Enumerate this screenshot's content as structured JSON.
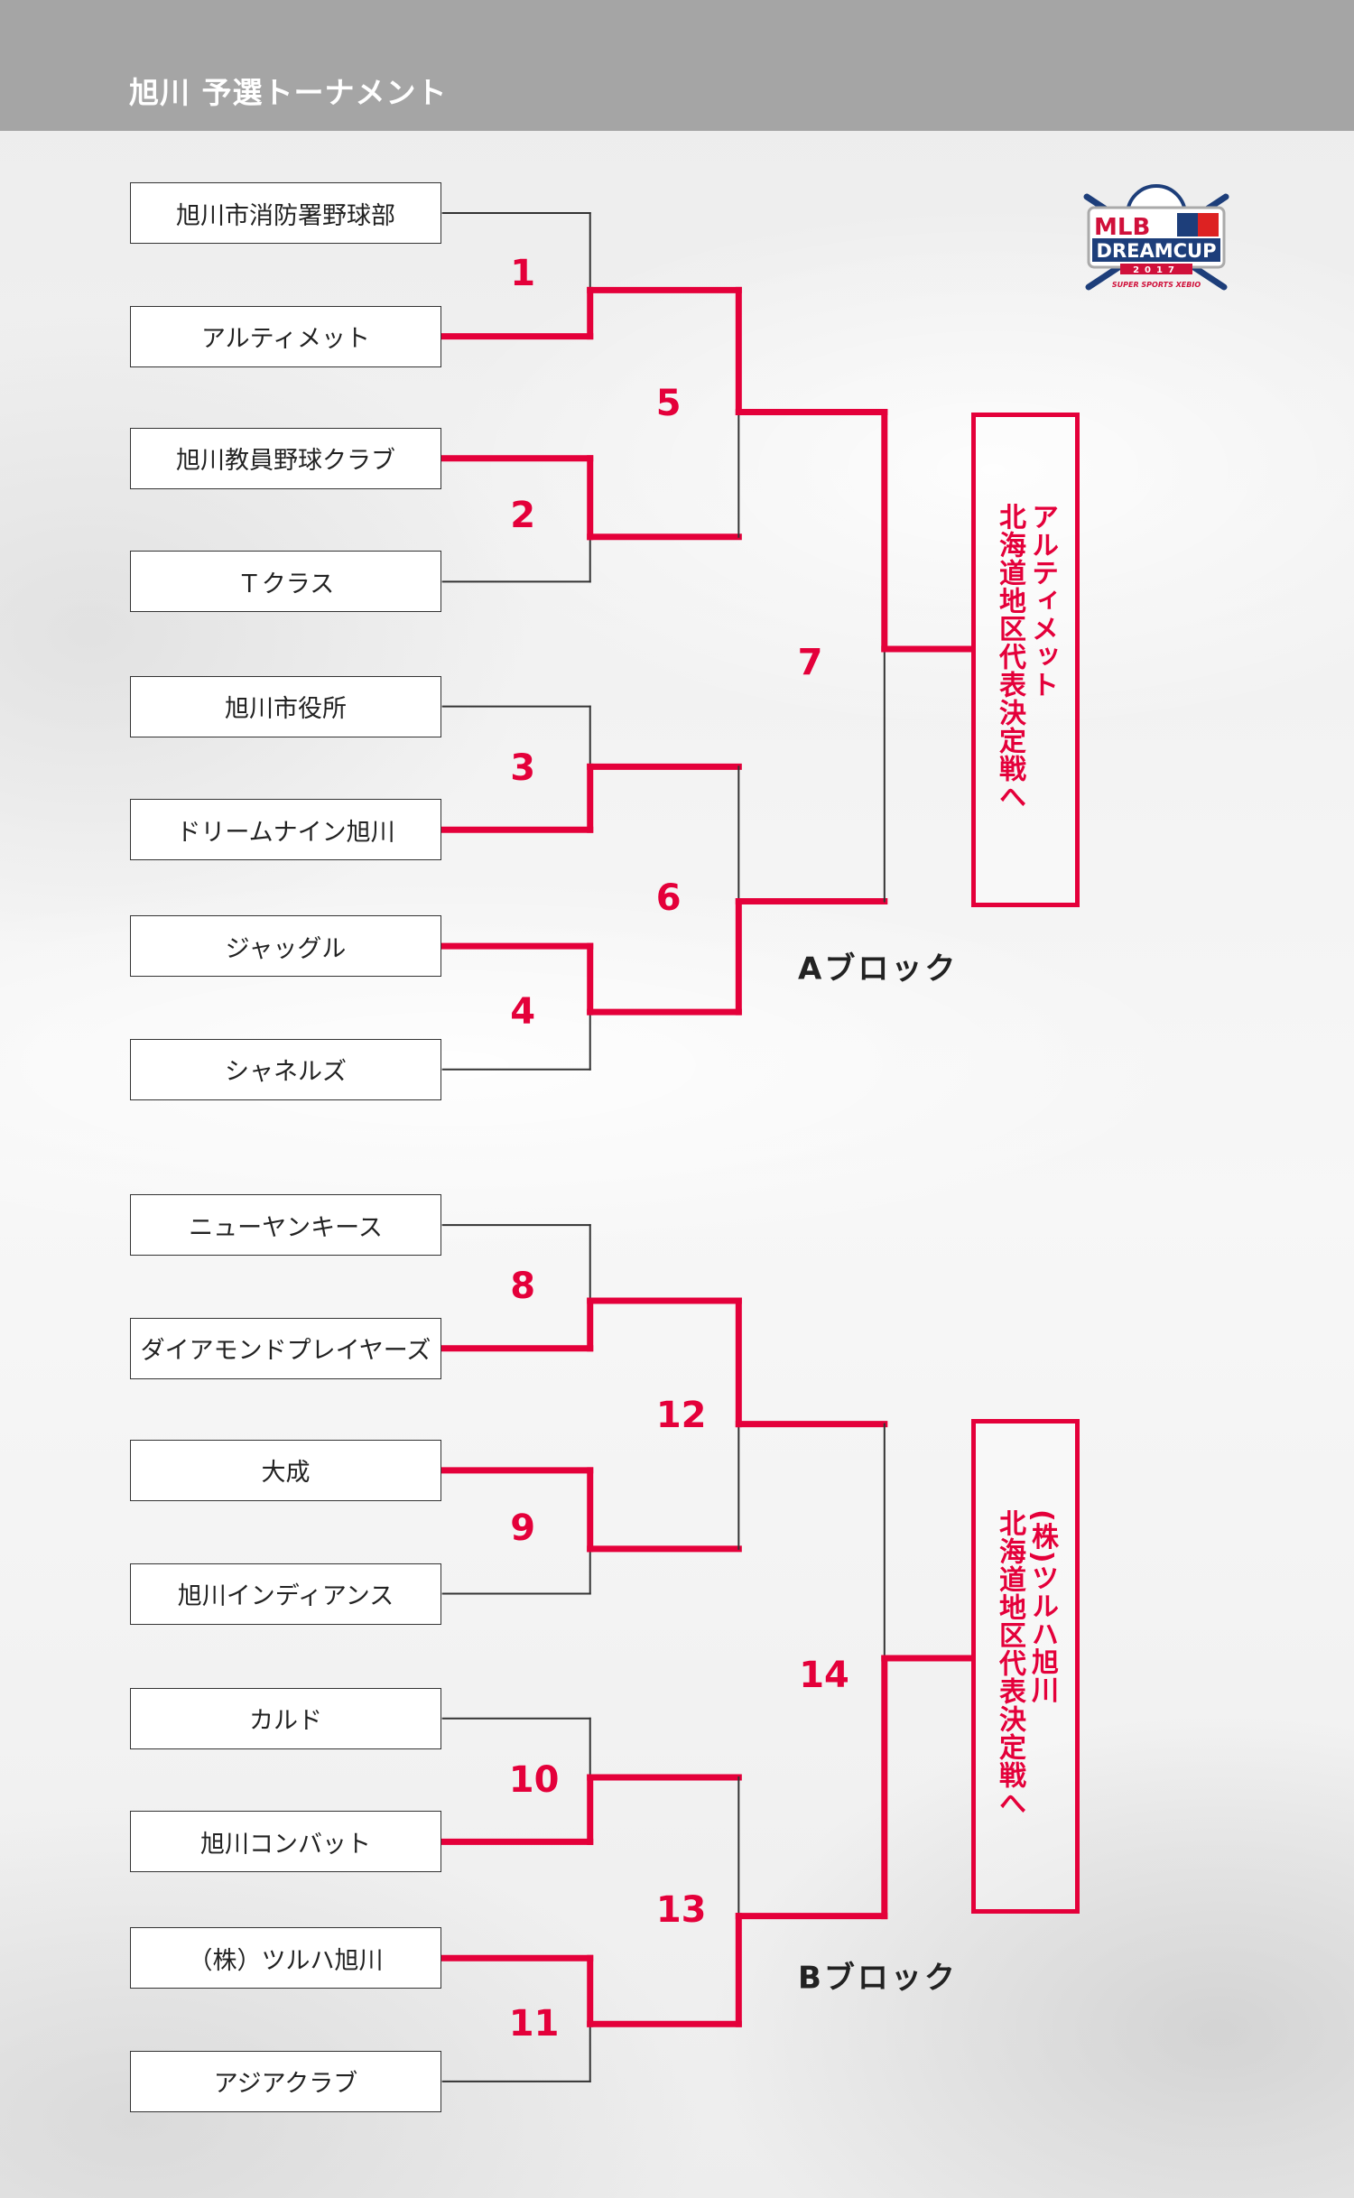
{
  "header": {
    "title": "旭川 予選トーナメント"
  },
  "logo": {
    "line1": "MLB",
    "line2": "DREAMCUP",
    "year": "2017",
    "sponsor": "SUPER SPORTS XEBIO"
  },
  "teams": [
    "旭川市消防署野球部",
    "アルティメット",
    "旭川教員野球クラブ",
    "Ｔクラス",
    "旭川市役所",
    "ドリームナイン旭川",
    "ジャッグル",
    "シャネルズ",
    "ニューヤンキース",
    "ダイアモンドプレイヤーズ",
    "大成",
    "旭川インディアンス",
    "カルド",
    "旭川コンバット",
    "（株）ツルハ旭川",
    "アジアクラブ"
  ],
  "matches": [
    {
      "number": "1",
      "winner": "b"
    },
    {
      "number": "2",
      "winner": "a"
    },
    {
      "number": "3",
      "winner": "b"
    },
    {
      "number": "4",
      "winner": "a"
    },
    {
      "number": "5",
      "winner": "a"
    },
    {
      "number": "6",
      "winner": "b"
    },
    {
      "number": "7",
      "winner": "a"
    },
    {
      "number": "8",
      "winner": "b"
    },
    {
      "number": "9",
      "winner": "a"
    },
    {
      "number": "10",
      "winner": "b"
    },
    {
      "number": "11",
      "winner": "a"
    },
    {
      "number": "12",
      "winner": "a"
    },
    {
      "number": "13",
      "winner": "b"
    },
    {
      "number": "14",
      "winner": "b"
    }
  ],
  "blocks": [
    {
      "label": "Aブロック",
      "champion": "アルティメット",
      "destination": "北海道地区代表決定戦へ"
    },
    {
      "label": "Bブロック",
      "champion": "(株)ツルハ旭川",
      "destination": "北海道地区代表決定戦へ"
    }
  ],
  "colors": {
    "accent": "#e4003a",
    "line": "#333333",
    "header": "#a5a5a5"
  }
}
